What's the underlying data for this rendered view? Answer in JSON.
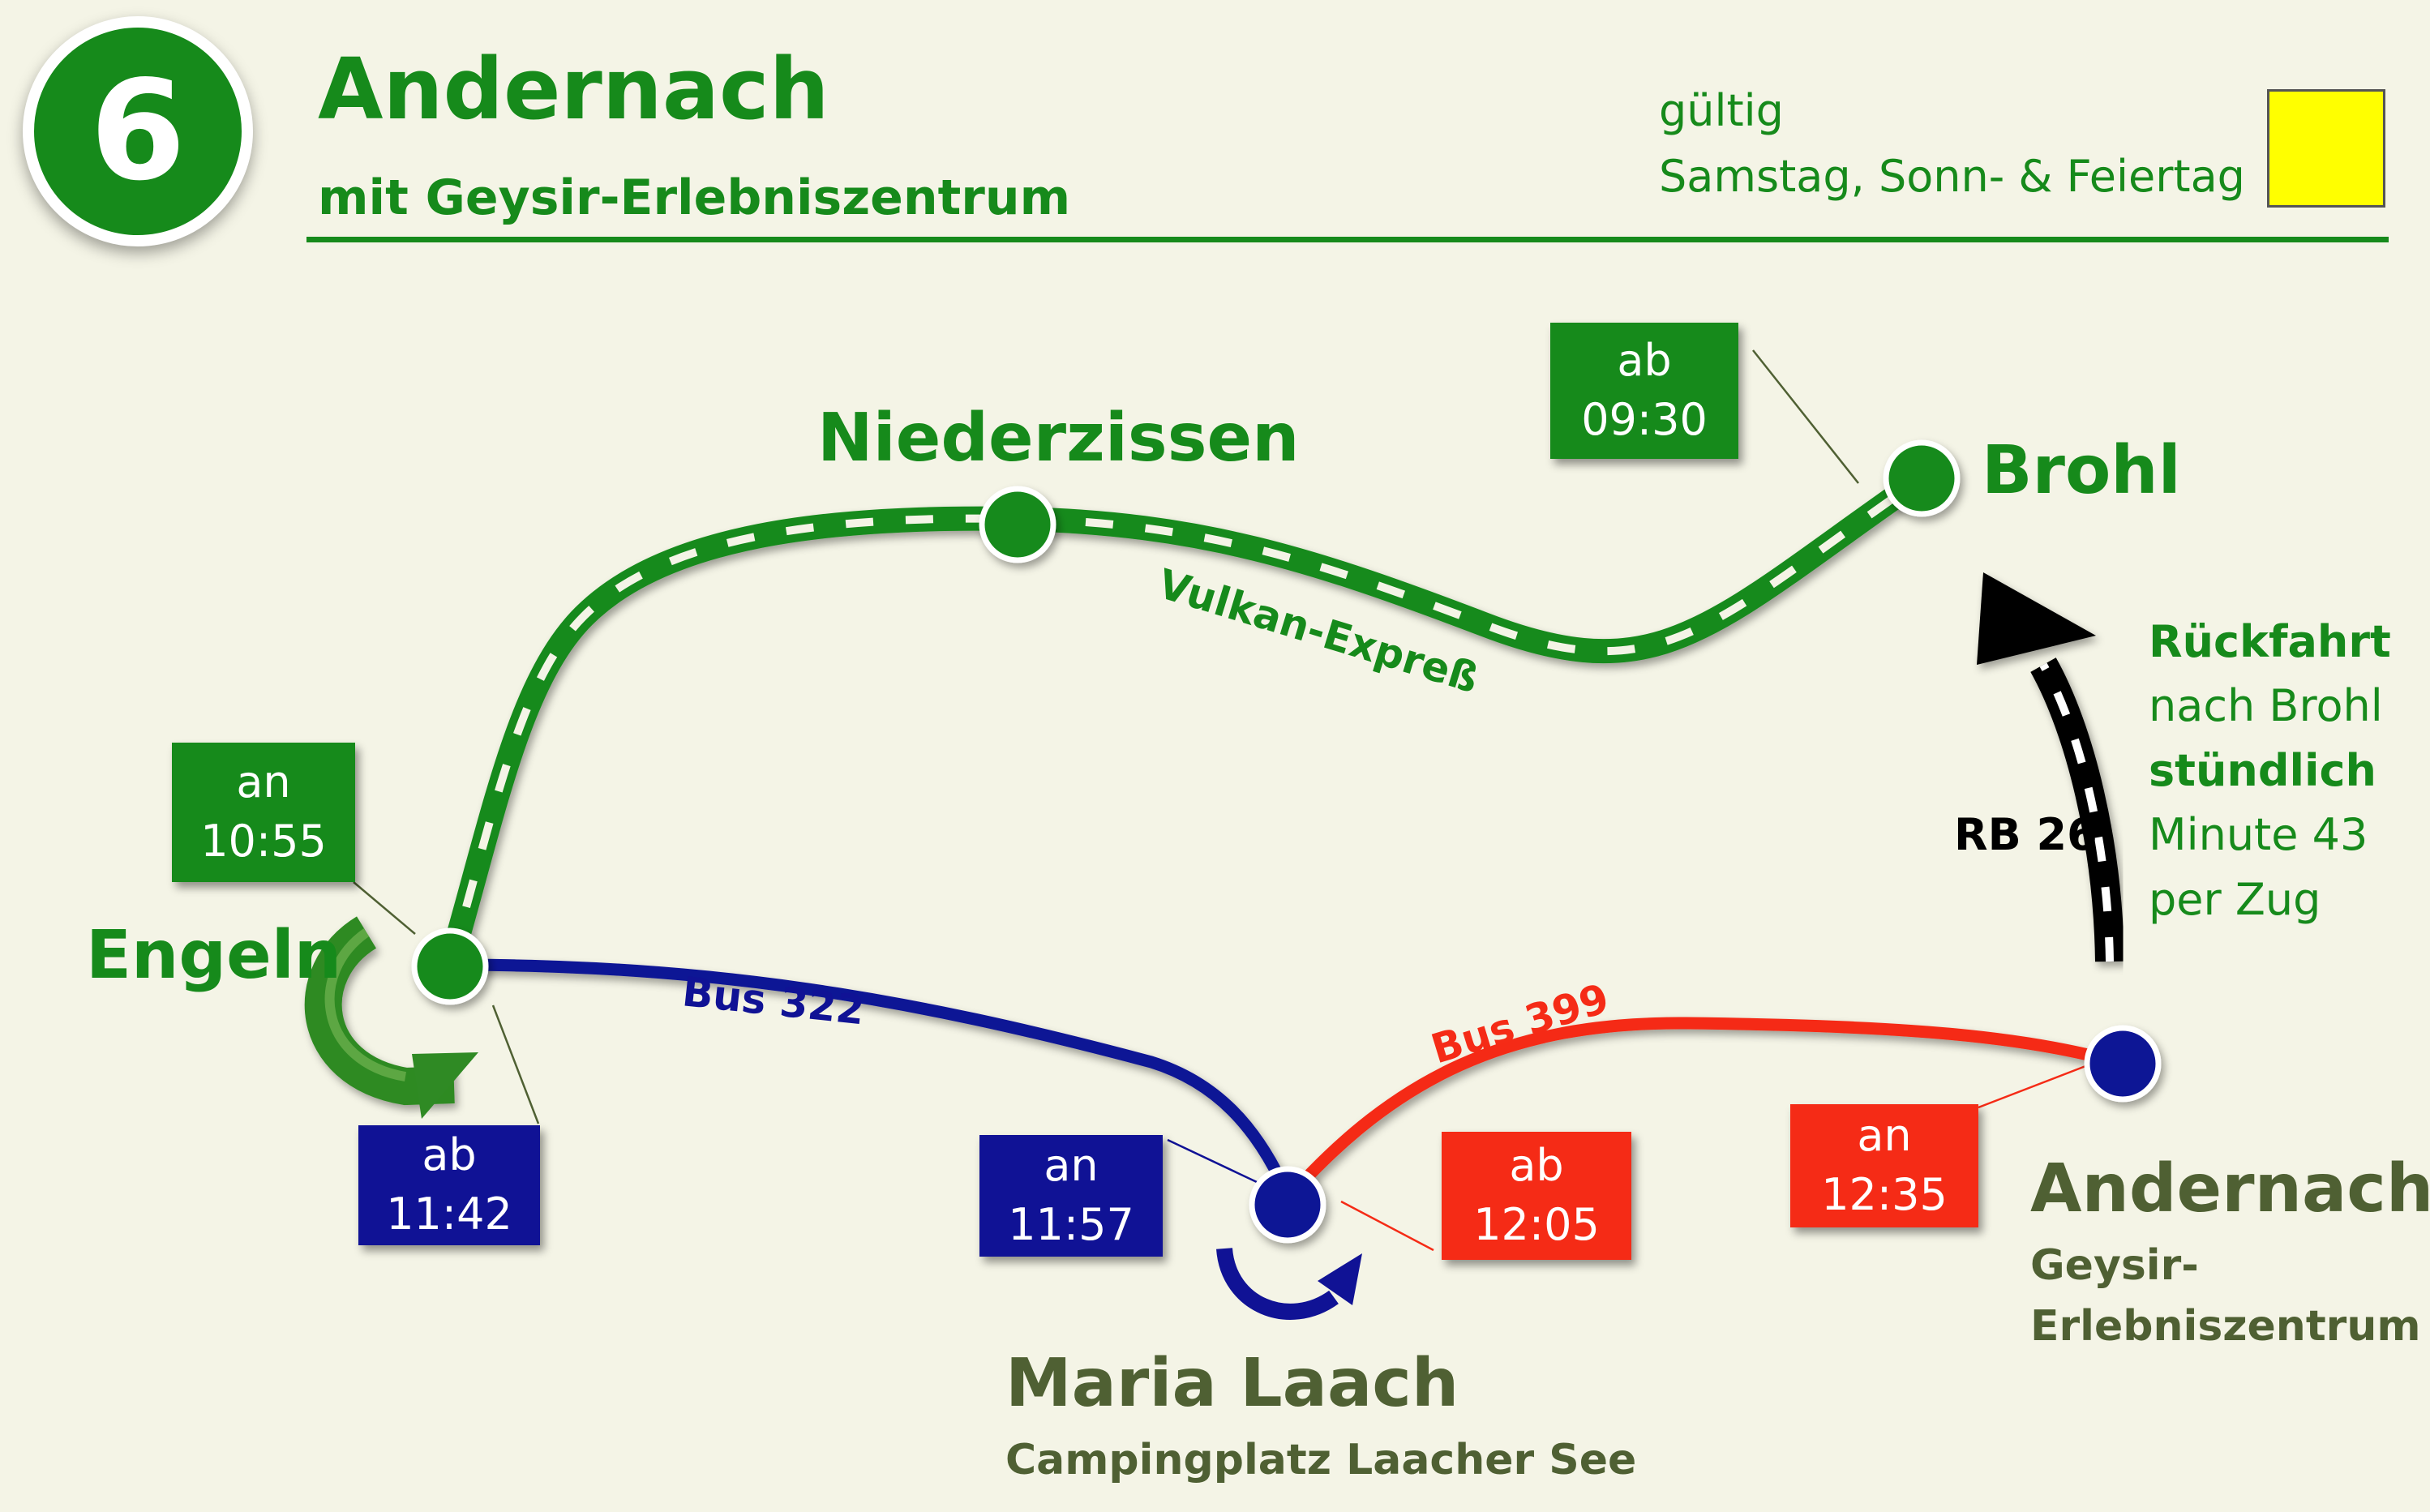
{
  "header": {
    "route_number": "6",
    "title": "Andernach",
    "subtitle": "mit Geysir-Erlebniszentrum",
    "validity_label": "gültig",
    "validity_days": "Samstag, Sonn- & Feiertag",
    "validity_color": "#ffff00"
  },
  "colors": {
    "train_green": "#168a1b",
    "bus322_blue": "#101295",
    "bus399_red": "#f52b16",
    "station_olive": "#4f6033",
    "background": "#f4f4e6"
  },
  "lines": {
    "vulkan_express": "Vulkan-Expreß",
    "bus_322": "Bus 322",
    "bus_399": "Bus 399",
    "rb_26": "RB 26"
  },
  "stations": {
    "brohl": "Brohl",
    "niederzissen": "Niederzissen",
    "engeln": "Engeln",
    "maria_laach": "Maria Laach",
    "maria_laach_sub": "Campingplatz Laacher See",
    "andernach": "Andernach",
    "andernach_sub1": "Geysir-",
    "andernach_sub2": "Erlebniszentrum"
  },
  "times": {
    "brohl_dep": {
      "label": "ab",
      "time": "09:30"
    },
    "engeln_arr": {
      "label": "an",
      "time": "10:55"
    },
    "engeln_dep": {
      "label": "ab",
      "time": "11:42"
    },
    "maria_laach_arr": {
      "label": "an",
      "time": "11:57"
    },
    "maria_laach_dep": {
      "label": "ab",
      "time": "12:05"
    },
    "andernach_arr": {
      "label": "an",
      "time": "12:35"
    }
  },
  "return_trip": {
    "line1": "Rückfahrt",
    "line2": "nach Brohl",
    "line3": "stündlich",
    "line4": "Minute 43",
    "line5": "per Zug"
  },
  "icons": [
    "transfer-arrow-green-icon",
    "transfer-arrow-blue-icon",
    "return-arrow-icon"
  ]
}
